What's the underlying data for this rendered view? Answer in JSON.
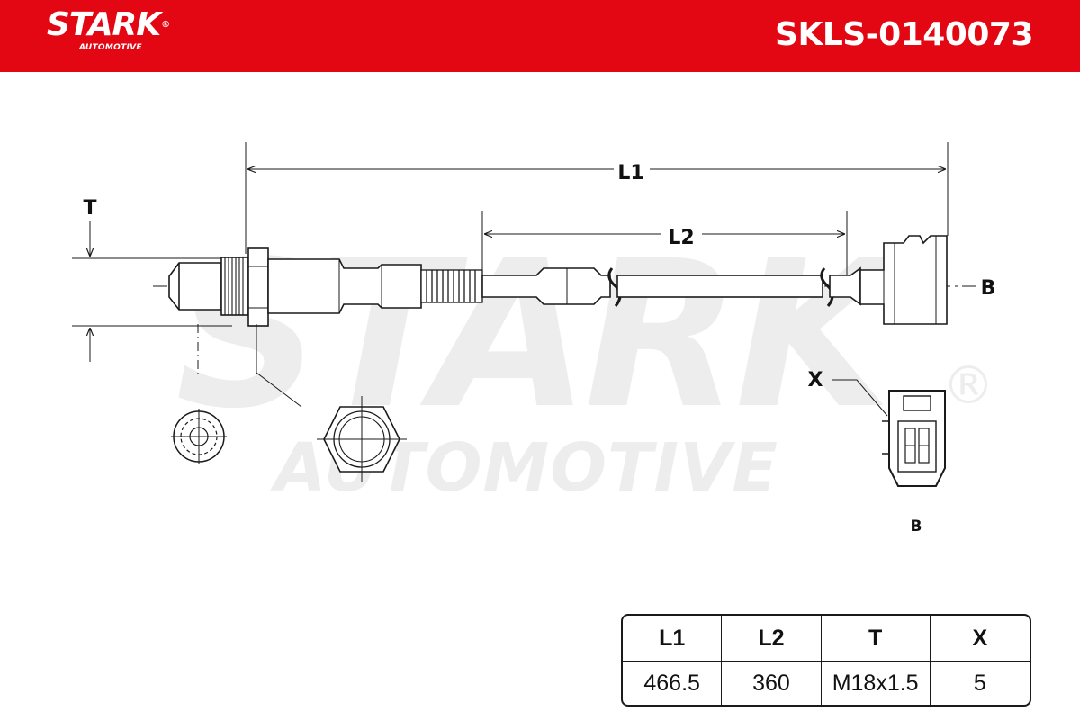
{
  "brand": {
    "logo_text": "STARK",
    "logo_registered": "®",
    "logo_subtext": "AUTOMOTIVE"
  },
  "part_number": "SKLS-0140073",
  "colors": {
    "header_red": "#e30613",
    "line": "#1a1a1a",
    "watermark": "#ededed",
    "white": "#ffffff"
  },
  "watermark": {
    "line1": "STARK",
    "line2": "AUTOMOTIVE",
    "registered": "®"
  },
  "drawing_labels": {
    "l1": "L1",
    "l2": "L2",
    "t": "T",
    "b_side": "B",
    "x_callout": "X",
    "b_connector": "B"
  },
  "spec_table": {
    "headers": [
      "L1",
      "L2",
      "T",
      "X"
    ],
    "values": [
      "466.5",
      "360",
      "M18x1.5",
      "5"
    ]
  }
}
